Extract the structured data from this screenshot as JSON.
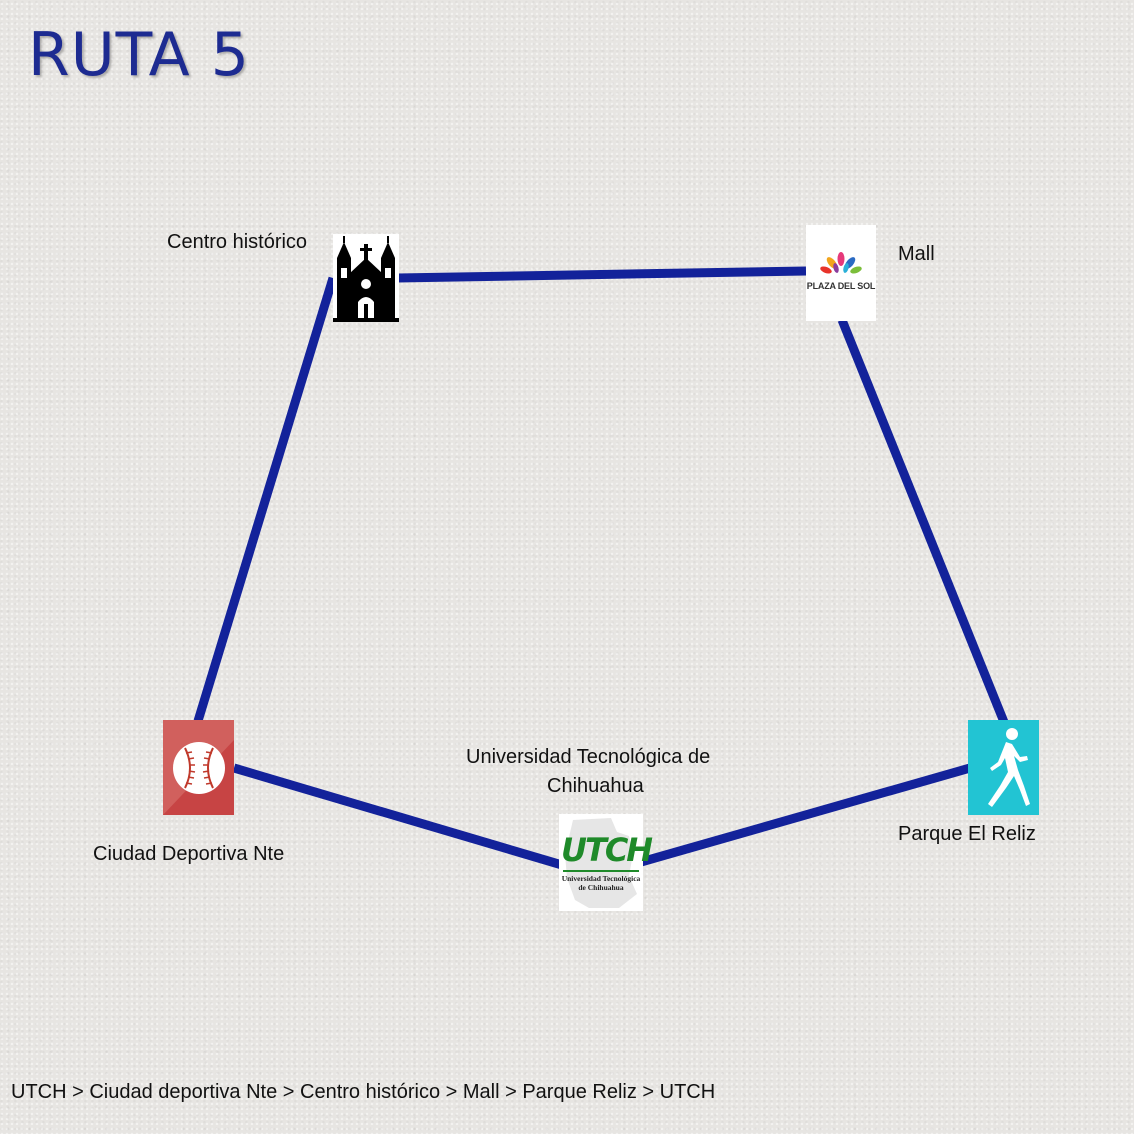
{
  "title": "RUTA 5",
  "colors": {
    "route_line": "#13229a",
    "title": "#1d2b91",
    "baseball_bg": "#d1605d",
    "runner_bg": "#22c4d3",
    "utch_green": "#1f8a2a"
  },
  "stops": {
    "centro": {
      "label": "Centro histórico",
      "icon": "church-icon"
    },
    "mall": {
      "label": "Mall",
      "icon": "plaza-del-sol-logo",
      "logo_text": "PLAZA DEL SOL"
    },
    "reliz": {
      "label": "Parque El Reliz",
      "icon": "runner-icon"
    },
    "utch": {
      "label_line1": "Universidad Tecnológica de",
      "label_line2": "Chihuahua",
      "icon": "utch-logo",
      "logo_text": "UTCH",
      "logo_subtext_1": "Universidad Tecnológica",
      "logo_subtext_2": "de Chihuahua"
    },
    "deportiva": {
      "label": "Ciudad Deportiva Nte",
      "icon": "baseball-icon"
    }
  },
  "route_summary": "UTCH > Ciudad deportiva Nte > Centro histórico > Mall > Parque Reliz > UTCH"
}
